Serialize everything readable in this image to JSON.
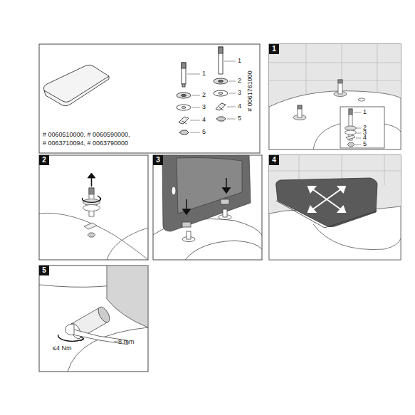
{
  "diagram": {
    "nodes": [
      {
        "text": [
          "1"
        ]
      },
      {
        "text": [
          "2"
        ]
      },
      {
        "text": [
          "3"
        ]
      },
      {
        "text": [
          "4"
        ]
      },
      {
        "text": [
          "5"
        ]
      }
    ],
    "labels": [
      "1",
      "2",
      "3",
      "4",
      "5",
      "1",
      "2",
      "3",
      "4",
      "5",
      "# 0060510000, # 0060590000,",
      "# 0063710094, # 0063790000",
      "# 0061761000",
      "1",
      "2",
      "3",
      "4",
      "5",
      "≤4 Nm",
      "8 mm"
    ]
  }
}
